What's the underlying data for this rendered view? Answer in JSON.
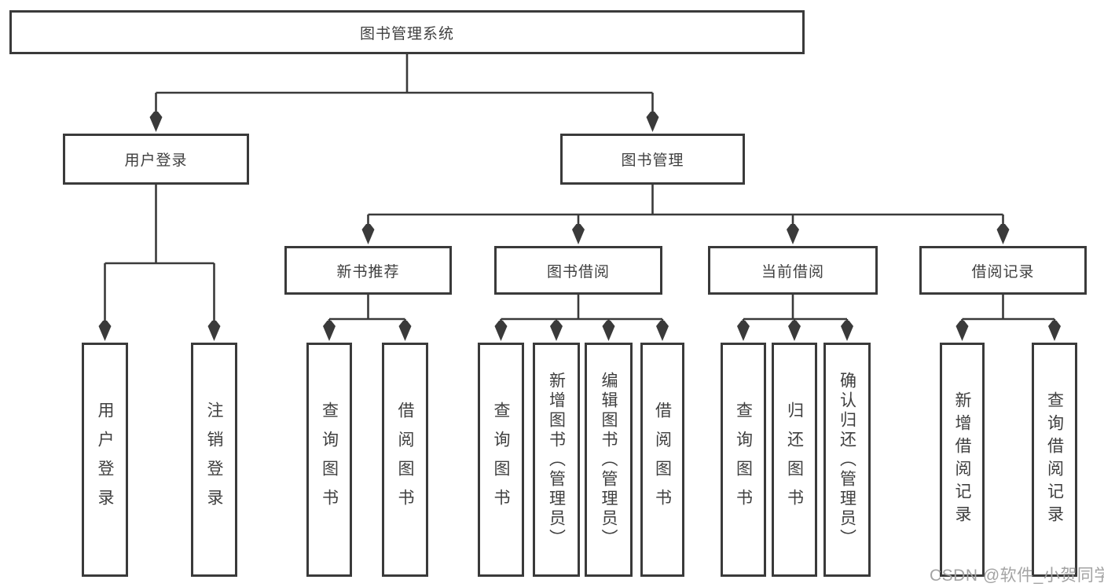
{
  "root": {
    "label": "图书管理系统"
  },
  "branches": [
    {
      "label": "用户登录",
      "leaves": [
        {
          "label": "用户登录"
        },
        {
          "label": "注销登录"
        }
      ]
    },
    {
      "label": "图书管理",
      "groups": [
        {
          "label": "新书推荐",
          "leaves": [
            {
              "label": "查询图书"
            },
            {
              "label": "借阅图书"
            }
          ]
        },
        {
          "label": "图书借阅",
          "leaves": [
            {
              "label": "查询图书"
            },
            {
              "label": "新增图书（管理员）"
            },
            {
              "label": "编辑图书（管理员）"
            },
            {
              "label": "借阅图书"
            }
          ]
        },
        {
          "label": "当前借阅",
          "leaves": [
            {
              "label": "查询图书"
            },
            {
              "label": "归还图书"
            },
            {
              "label": "确认归还（管理员）"
            }
          ]
        },
        {
          "label": "借阅记录",
          "leaves": [
            {
              "label": "新增借阅记录"
            },
            {
              "label": "查询借阅记录"
            }
          ]
        }
      ]
    }
  ],
  "watermark": {
    "text": "CSDN @软件_小贺同学"
  },
  "colors": {
    "line": "#3a3a3a",
    "box_border": "#3a3a3a",
    "text": "#3f3f3f",
    "background": "#ffffff",
    "watermark": "#a3a3a3"
  }
}
